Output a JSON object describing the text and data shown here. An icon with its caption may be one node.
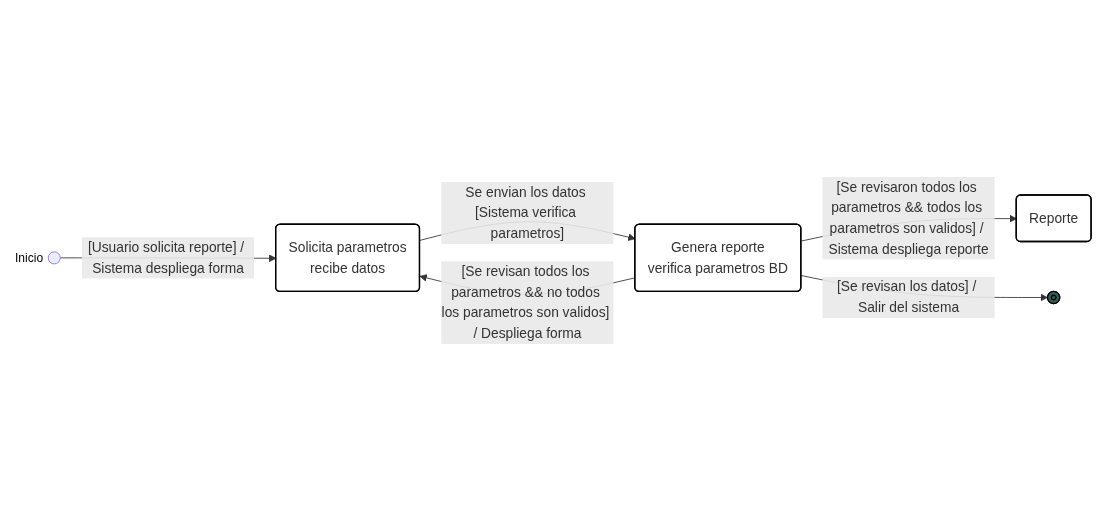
{
  "diagram": {
    "nodes": [
      {
        "text": [],
        "shape": "circle",
        "beside": [
          "Inicio"
        ]
      },
      {
        "text": [
          "Solicita parametros",
          "recibe datos"
        ]
      },
      {
        "text": [
          "Genera reporte",
          "verifica parametros BD"
        ]
      },
      {
        "text": [
          "Reporte"
        ]
      },
      {
        "text": [],
        "shape": "circle"
      }
    ],
    "edges": [
      {
        "from": 0,
        "to": 1,
        "arrow": "to",
        "label": "[Usuario solicita reporte] / Sistema despliega forma"
      },
      {
        "from": 1,
        "to": 2,
        "arrow": "to",
        "label": "Se envian los datos [Sistema verifica parametros]"
      },
      {
        "from": 2,
        "to": 3,
        "arrow": "to",
        "label": "[Se revisaron todos los parametros && todos los parametros son validos] / Sistema despliega reporte"
      },
      {
        "from": 2,
        "to": 1,
        "arrow": "to",
        "label": "[Se revisan todos los parametros && no todos los parametros son validos] / Despliega forma"
      },
      {
        "from": 2,
        "to": 4,
        "arrow": "to",
        "label": "[Se revisan los datos] / Salir del sistema"
      }
    ]
  }
}
